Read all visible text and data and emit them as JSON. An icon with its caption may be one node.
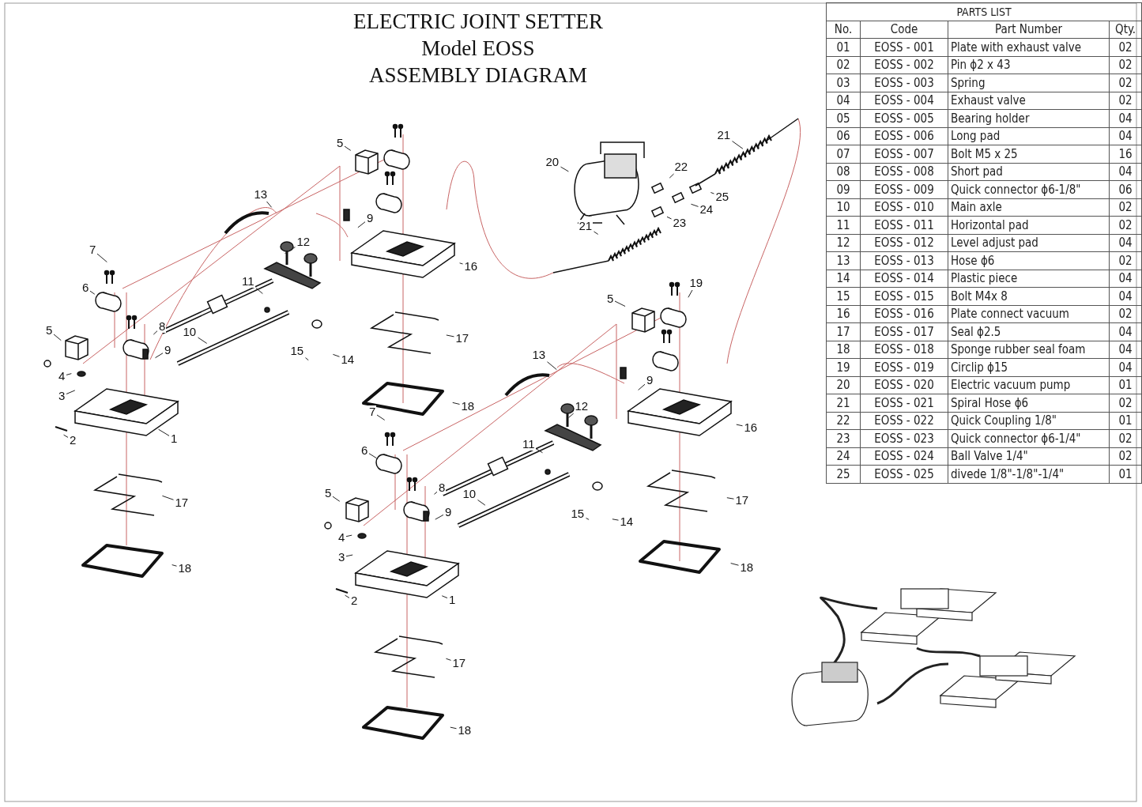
{
  "diagram": {
    "title": "ELECTRIC JOINT SETTER",
    "nodes": [
      {
        "text": [
          "7"
        ]
      },
      {
        "text": [
          "6"
        ]
      },
      {
        "text": [
          "5"
        ]
      },
      {
        "text": [
          "8"
        ]
      },
      {
        "text": [
          "9"
        ]
      },
      {
        "text": [
          "10"
        ]
      },
      {
        "text": [
          "4"
        ]
      },
      {
        "text": [
          "3"
        ]
      },
      {
        "text": [
          "2"
        ]
      },
      {
        "text": [
          "1"
        ]
      },
      {
        "text": [
          "17"
        ]
      },
      {
        "text": [
          "18"
        ]
      },
      {
        "text": [
          "13"
        ]
      },
      {
        "text": [
          "12"
        ]
      },
      {
        "text": [
          "11"
        ]
      },
      {
        "text": [
          "15"
        ]
      },
      {
        "text": [
          "14"
        ]
      },
      {
        "text": [
          "5"
        ]
      },
      {
        "text": [
          "9"
        ]
      },
      {
        "text": [
          "16"
        ]
      },
      {
        "text": [
          "17"
        ]
      },
      {
        "text": [
          "18"
        ]
      },
      {
        "text": [
          "20"
        ]
      },
      {
        "text": [
          "22"
        ]
      },
      {
        "text": [
          "21"
        ]
      },
      {
        "text": [
          "25"
        ]
      },
      {
        "text": [
          "24"
        ]
      },
      {
        "text": [
          "21"
        ]
      },
      {
        "text": [
          "23"
        ]
      },
      {
        "text": [
          "19"
        ]
      },
      {
        "text": [
          "5"
        ]
      },
      {
        "text": [
          "9"
        ]
      },
      {
        "text": [
          "16"
        ]
      },
      {
        "text": [
          "13"
        ]
      },
      {
        "text": [
          "12"
        ]
      },
      {
        "text": [
          "11"
        ]
      },
      {
        "text": [
          "15"
        ]
      },
      {
        "text": [
          "14"
        ]
      },
      {
        "text": [
          "17"
        ]
      },
      {
        "text": [
          "18"
        ]
      },
      {
        "text": [
          "7"
        ]
      },
      {
        "text": [
          "6"
        ]
      },
      {
        "text": [
          "5"
        ]
      },
      {
        "text": [
          "8"
        ]
      },
      {
        "text": [
          "9"
        ]
      },
      {
        "text": [
          "10"
        ]
      },
      {
        "text": [
          "4"
        ]
      },
      {
        "text": [
          "3"
        ]
      },
      {
        "text": [
          "2"
        ]
      },
      {
        "text": [
          "1"
        ]
      },
      {
        "text": [
          "17"
        ]
      },
      {
        "text": [
          "18"
        ]
      }
    ],
    "edges": [
      {
        "from": 0,
        "to": null,
        "arrow": "none"
      },
      {
        "from": 1,
        "to": null,
        "arrow": "none"
      },
      {
        "from": 2,
        "to": null,
        "arrow": "none"
      },
      {
        "from": 3,
        "to": null,
        "arrow": "none"
      },
      {
        "from": 4,
        "to": null,
        "arrow": "none"
      },
      {
        "from": 5,
        "to": null,
        "arrow": "none"
      },
      {
        "from": 6,
        "to": null,
        "arrow": "none"
      },
      {
        "from": 7,
        "to": null,
        "arrow": "none"
      },
      {
        "from": 8,
        "to": null,
        "arrow": "none"
      },
      {
        "from": 9,
        "to": null,
        "arrow": "none"
      },
      {
        "from": 10,
        "to": null,
        "arrow": "none"
      },
      {
        "from": 11,
        "to": null,
        "arrow": "none"
      },
      {
        "from": 12,
        "to": null,
        "arrow": "none"
      },
      {
        "from": 13,
        "to": null,
        "arrow": "none"
      },
      {
        "from": 14,
        "to": null,
        "arrow": "none"
      },
      {
        "from": 15,
        "to": null,
        "arrow": "none"
      },
      {
        "from": 16,
        "to": null,
        "arrow": "none"
      },
      {
        "from": 17,
        "to": null,
        "arrow": "none"
      },
      {
        "from": 18,
        "to": null,
        "arrow": "none"
      },
      {
        "from": 19,
        "to": null,
        "arrow": "none"
      },
      {
        "from": 20,
        "to": null,
        "arrow": "none"
      },
      {
        "from": 21,
        "to": null,
        "arrow": "none"
      },
      {
        "from": 22,
        "to": null,
        "arrow": "none"
      },
      {
        "from": 23,
        "to": null,
        "arrow": "none"
      },
      {
        "from": 24,
        "to": null,
        "arrow": "none"
      },
      {
        "from": 25,
        "to": null,
        "arrow": "none"
      },
      {
        "from": 26,
        "to": null,
        "arrow": "none"
      },
      {
        "from": 27,
        "to": null,
        "arrow": "none"
      },
      {
        "from": 28,
        "to": null,
        "arrow": "none"
      },
      {
        "from": 29,
        "to": null,
        "arrow": "none"
      },
      {
        "from": 30,
        "to": null,
        "arrow": "none"
      },
      {
        "from": 31,
        "to": null,
        "arrow": "none"
      },
      {
        "from": 32,
        "to": null,
        "arrow": "none"
      },
      {
        "from": 33,
        "to": null,
        "arrow": "none"
      },
      {
        "from": 34,
        "to": null,
        "arrow": "none"
      },
      {
        "from": 35,
        "to": null,
        "arrow": "none"
      },
      {
        "from": 36,
        "to": null,
        "arrow": "none"
      },
      {
        "from": 37,
        "to": null,
        "arrow": "none"
      },
      {
        "from": 38,
        "to": null,
        "arrow": "none"
      },
      {
        "from": 39,
        "to": null,
        "arrow": "none"
      },
      {
        "from": 40,
        "to": null,
        "arrow": "none"
      },
      {
        "from": 41,
        "to": null,
        "arrow": "none"
      },
      {
        "from": 42,
        "to": null,
        "arrow": "none"
      },
      {
        "from": 43,
        "to": null,
        "arrow": "none"
      },
      {
        "from": 44,
        "to": null,
        "arrow": "none"
      },
      {
        "from": 45,
        "to": null,
        "arrow": "none"
      },
      {
        "from": 46,
        "to": null,
        "arrow": "none"
      },
      {
        "from": 47,
        "to": null,
        "arrow": "none"
      },
      {
        "from": 48,
        "to": null,
        "arrow": "none"
      },
      {
        "from": 49,
        "to": null,
        "arrow": "none"
      },
      {
        "from": 50,
        "to": null,
        "arrow": "none"
      },
      {
        "from": 51,
        "to": null,
        "arrow": "none"
      }
    ],
    "labels": [
      "Model EOSS",
      "ASSEMBLY DIAGRAM",
      "PARTS LIST",
      "No.",
      "Code",
      "Part Number",
      "Qty.",
      "01",
      "EOSS - 001",
      "Plate with exhaust valve",
      "02",
      "02",
      "EOSS - 002",
      "Pin ϕ2 x 43",
      "02",
      "03",
      "EOSS - 003",
      "Spring",
      "02",
      "04",
      "EOSS - 004",
      "Exhaust valve",
      "02",
      "05",
      "EOSS - 005",
      "Bearing holder",
      "04",
      "06",
      "EOSS - 006",
      "Long pad",
      "04",
      "07",
      "EOSS - 007",
      "Bolt M5 x 25",
      "16",
      "08",
      "EOSS - 008",
      "Short pad",
      "04",
      "09",
      "EOSS - 009",
      "Quick connector ϕ6-1/8\"",
      "06",
      "10",
      "EOSS - 010",
      "Main axle",
      "02",
      "11",
      "EOSS - 011",
      "Horizontal pad",
      "02",
      "12",
      "EOSS - 012",
      "Level adjust pad",
      "04",
      "13",
      "EOSS - 013",
      "Hose ϕ6",
      "02",
      "14",
      "EOSS - 014",
      "Plastic piece",
      "04",
      "15",
      "EOSS - 015",
      "Bolt M4x 8",
      "04",
      "16",
      "EOSS - 016",
      "Plate connect vacuum",
      "02",
      "17",
      "EOSS - 017",
      "Seal ϕ2.5",
      "04",
      "18",
      "EOSS - 018",
      "Sponge rubber seal foam",
      "04",
      "19",
      "EOSS - 019",
      "Circlip ϕ15",
      "04",
      "20",
      "EOSS - 020",
      "Electric vacuum pump",
      "01",
      "21",
      "EOSS - 021",
      "Spiral Hose ϕ6",
      "02",
      "22",
      "EOSS - 022",
      "Quick Coupling 1/8\"",
      "01",
      "23",
      "EOSS - 023",
      "Quick connector ϕ6-1/4\"",
      "02",
      "24",
      "EOSS - 024",
      "Ball Valve 1/4\"",
      "02",
      "25",
      "EOSS - 025",
      "divede 1/8\"-1/8\"-1/4\"",
      "01"
    ]
  }
}
